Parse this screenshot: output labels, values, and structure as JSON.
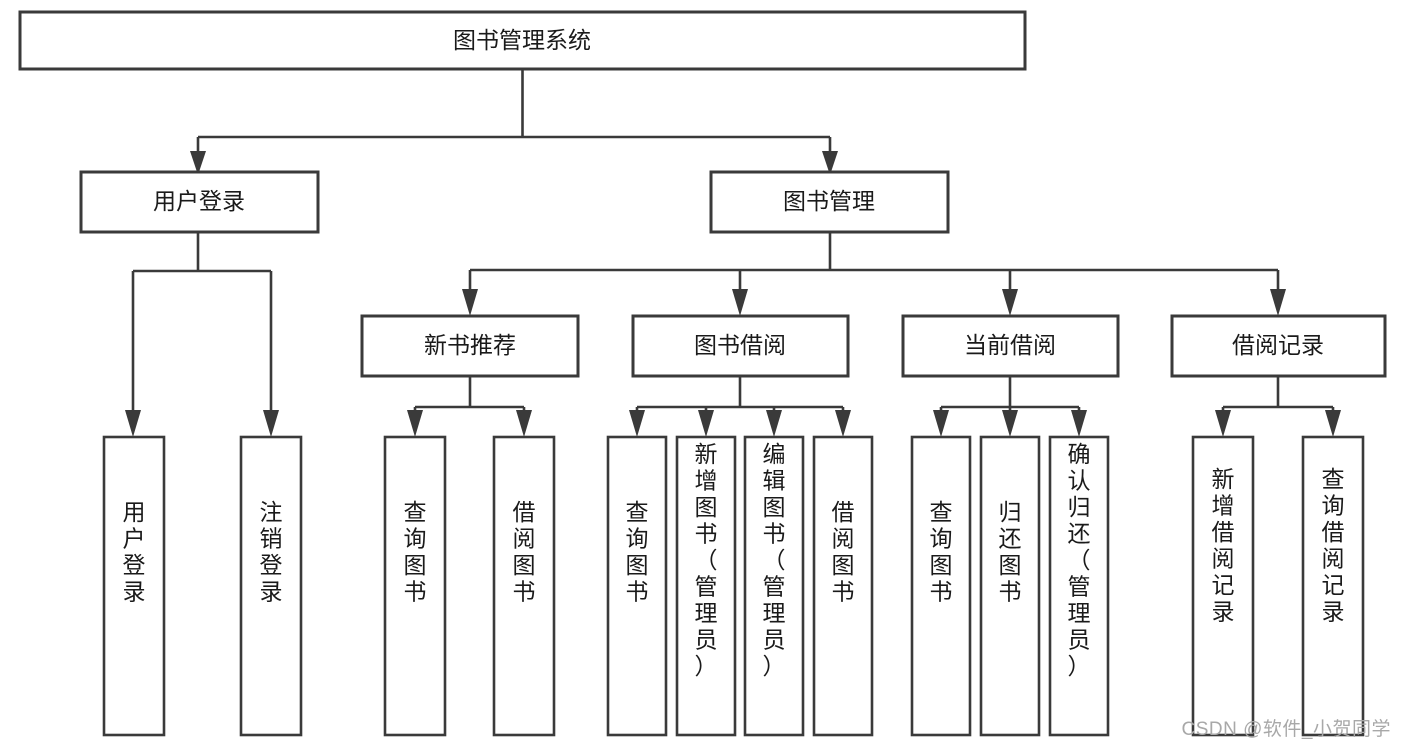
{
  "diagram": {
    "type": "hierarchy-tree",
    "title": "图书管理系统",
    "watermark": "CSDN @软件_小贺同学",
    "colors": {
      "box_fill": "#ffffff",
      "box_stroke": "#3a3a3a",
      "text": "#1a1a1a",
      "watermark": "#a8a8a8",
      "background": "#ffffff"
    },
    "levels": {
      "root": "图书管理系统",
      "level2": [
        "用户登录",
        "图书管理"
      ],
      "level3": [
        "新书推荐",
        "图书借阅",
        "当前借阅",
        "借阅记录"
      ]
    },
    "nodes": {
      "root": {
        "label": "图书管理系统",
        "orientation": "horizontal"
      },
      "user_login": {
        "label": "用户登录",
        "orientation": "horizontal"
      },
      "book_manage": {
        "label": "图书管理",
        "orientation": "horizontal"
      },
      "new_book_rec": {
        "label": "新书推荐",
        "orientation": "horizontal"
      },
      "book_borrow": {
        "label": "图书借阅",
        "orientation": "horizontal"
      },
      "current_borrow": {
        "label": "当前借阅",
        "orientation": "horizontal"
      },
      "borrow_record": {
        "label": "借阅记录",
        "orientation": "horizontal"
      },
      "leaf_user_login": {
        "label": "用户登录",
        "orientation": "vertical"
      },
      "leaf_user_logout": {
        "label": "注销登录",
        "orientation": "vertical"
      },
      "leaf_rec_query": {
        "label": "查询图书",
        "orientation": "vertical"
      },
      "leaf_rec_borrow": {
        "label": "借阅图书",
        "orientation": "vertical"
      },
      "leaf_borrow_query": {
        "label": "查询图书",
        "orientation": "vertical"
      },
      "leaf_borrow_add": {
        "label": "新增图书（管理员）",
        "orientation": "vertical"
      },
      "leaf_borrow_edit": {
        "label": "编辑图书（管理员）",
        "orientation": "vertical"
      },
      "leaf_borrow_do": {
        "label": "借阅图书",
        "orientation": "vertical"
      },
      "leaf_cur_query": {
        "label": "查询图书",
        "orientation": "vertical"
      },
      "leaf_cur_return": {
        "label": "归还图书",
        "orientation": "vertical"
      },
      "leaf_cur_confirm": {
        "label": "确认归还（管理员）",
        "orientation": "vertical"
      },
      "leaf_rec_add": {
        "label": "新增借阅记录",
        "orientation": "vertical"
      },
      "leaf_rec_search": {
        "label": "查询借阅记录",
        "orientation": "vertical"
      }
    },
    "edges": [
      {
        "from": "图书管理系统",
        "to": "用户登录"
      },
      {
        "from": "图书管理系统",
        "to": "图书管理"
      },
      {
        "from": "用户登录",
        "to": "用户登录"
      },
      {
        "from": "用户登录",
        "to": "注销登录"
      },
      {
        "from": "图书管理",
        "to": "新书推荐"
      },
      {
        "from": "图书管理",
        "to": "图书借阅"
      },
      {
        "from": "图书管理",
        "to": "当前借阅"
      },
      {
        "from": "图书管理",
        "to": "借阅记录"
      },
      {
        "from": "新书推荐",
        "to": "查询图书"
      },
      {
        "from": "新书推荐",
        "to": "借阅图书"
      },
      {
        "from": "图书借阅",
        "to": "查询图书"
      },
      {
        "from": "图书借阅",
        "to": "新增图书（管理员）"
      },
      {
        "from": "图书借阅",
        "to": "编辑图书（管理员）"
      },
      {
        "from": "图书借阅",
        "to": "借阅图书"
      },
      {
        "from": "当前借阅",
        "to": "查询图书"
      },
      {
        "from": "当前借阅",
        "to": "归还图书"
      },
      {
        "from": "当前借阅",
        "to": "确认归还（管理员）"
      },
      {
        "from": "借阅记录",
        "to": "新增借阅记录"
      },
      {
        "from": "借阅记录",
        "to": "查询借阅记录"
      }
    ]
  }
}
